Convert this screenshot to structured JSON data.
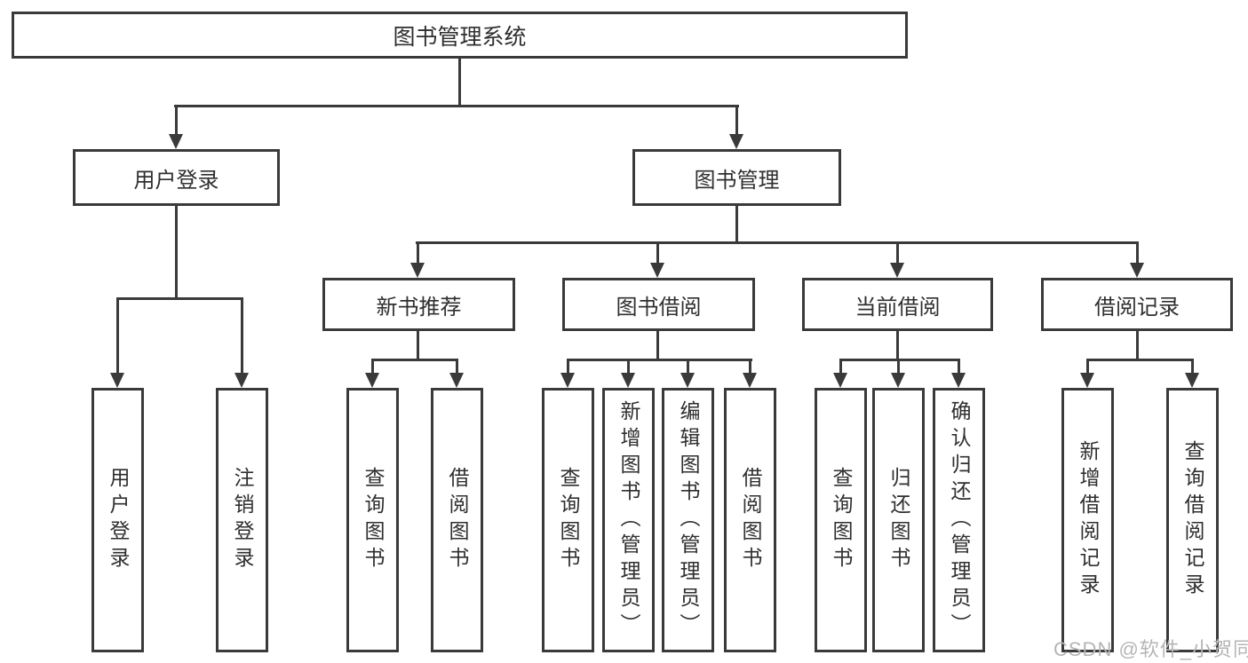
{
  "tree": {
    "label": "图书管理系统",
    "children": [
      {
        "label": "用户登录",
        "children": [
          {
            "label": "用户登录"
          },
          {
            "label": "注销登录"
          }
        ]
      },
      {
        "label": "图书管理",
        "children": [
          {
            "label": "新书推荐",
            "children": [
              {
                "label": "查询图书"
              },
              {
                "label": "借阅图书"
              }
            ]
          },
          {
            "label": "图书借阅",
            "children": [
              {
                "label": "查询图书"
              },
              {
                "label": "新增图书（管理员）"
              },
              {
                "label": "编辑图书（管理员）"
              },
              {
                "label": "借阅图书"
              }
            ]
          },
          {
            "label": "当前借阅",
            "children": [
              {
                "label": "查询图书"
              },
              {
                "label": "归还图书"
              },
              {
                "label": "确认归还（管理员）"
              }
            ]
          },
          {
            "label": "借阅记录",
            "children": [
              {
                "label": "新增借阅记录"
              },
              {
                "label": "查询借阅记录"
              }
            ]
          }
        ]
      }
    ]
  },
  "watermark": {
    "text": "CSDN @软件_小贺同学"
  },
  "colors": {
    "line": "#3a3a3a",
    "text": "#2f2f2f",
    "watermark": "#b5b5b5",
    "background": "#ffffff"
  }
}
